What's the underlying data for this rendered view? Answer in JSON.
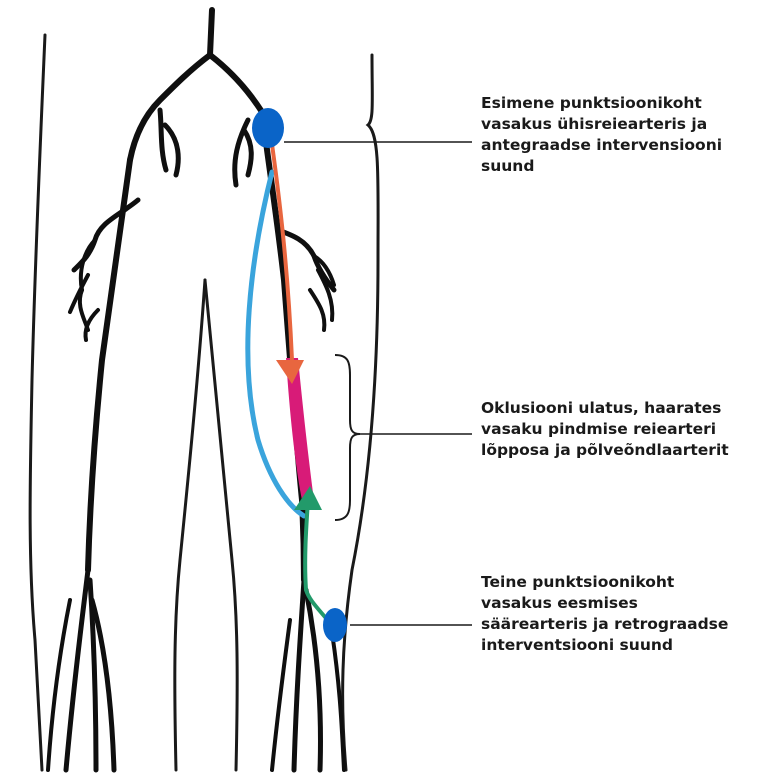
{
  "callouts": [
    {
      "id": "antegrade-puncture",
      "lines": [
        "Esimene punktsioonikoht",
        "vasakus ühisreiearteris ja",
        "antegraadse intervensiooni",
        "suund"
      ]
    },
    {
      "id": "occlusion-extent",
      "lines": [
        "Oklusiooni ulatus, haarates",
        "vasaku pindmise reiearteri",
        "lõpposa ja põlveõndlaarterit"
      ]
    },
    {
      "id": "retrograde-puncture",
      "lines": [
        "Teine punktsioonikoht",
        "vasakus eesmises",
        "säärearteris ja retrograadse",
        "interventsiooni suund"
      ]
    }
  ],
  "colors": {
    "outline": "#1a1a1a",
    "artery": "#0f0f0f",
    "puncture_site": "#0a64c8",
    "antegrade_path": "#e8663f",
    "retrograde_path": "#229a6a",
    "collateral": "#3aa4dc",
    "occlusion": "#d81b78"
  },
  "icons": {
    "antegrade_marker": "orange-down-arrow",
    "retrograde_marker": "green-up-arrow",
    "occlusion_bracket": "curly-brace"
  }
}
